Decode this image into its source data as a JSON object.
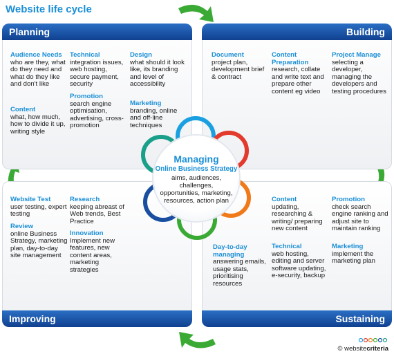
{
  "title": "Website life cycle",
  "managing": {
    "title": "Managing",
    "subtitle": "Online Business Strategy",
    "body": "aims, audiences, challenges, opportunities, marketing, resources, action plan"
  },
  "panels": {
    "planning": {
      "label": "Planning"
    },
    "building": {
      "label": "Building"
    },
    "improving": {
      "label": "Improving"
    },
    "sustaining": {
      "label": "Sustaining"
    }
  },
  "blocks": {
    "audience": {
      "head": "Audience Needs",
      "body": "who are they, what do they need and what do they like and don't like"
    },
    "content_plan": {
      "head": "Content",
      "body": "what, how much, how to divide it up, writing style"
    },
    "technical_plan": {
      "head": "Technical",
      "body": "integration issues, web hosting, secure payment, security"
    },
    "promotion_plan": {
      "head": "Promotion",
      "body": "search engine optimisation, advertising, cross-promotion"
    },
    "design": {
      "head": "Design",
      "body": "what should it look like, its branding and level of accessibility"
    },
    "marketing_plan": {
      "head": "Marketing",
      "body": "branding, online and off-line techniques"
    },
    "document": {
      "head": "Document",
      "body": "project plan, development brief & contract"
    },
    "content_prep": {
      "head": "Content Preparation",
      "body": "research, collate and write text and prepare other content eg video"
    },
    "project_manage": {
      "head": "Project Manage",
      "body": "selecting a developer, managing the developers and testing procedures"
    },
    "website_test": {
      "head": "Website Test",
      "body": "user testing, expert testing"
    },
    "review": {
      "head": "Review",
      "body": "online Business Strategy, marketing plan, day-to-day site management"
    },
    "research": {
      "head": "Research",
      "body": "keeping abreast of Web trends, Best Practice"
    },
    "innovation": {
      "head": "Innovation",
      "body": "Implement new features, new content areas, marketing strategies"
    },
    "content_sustain": {
      "head": "Content",
      "body": "updating, researching & writing/ preparing new content"
    },
    "technical_sustain": {
      "head": "Technical",
      "body": "web hosting, editing and server software updating, e-security, backup"
    },
    "day_to_day": {
      "head": "Day-to-day managing",
      "body": "answering emails, usage stats, prioritising resources"
    },
    "promotion_sustain": {
      "head": "Promotion",
      "body": "check search engine ranking and adjust site to maintain ranking"
    },
    "marketing_sustain": {
      "head": "Marketing",
      "body": "implement the marketing plan"
    }
  },
  "credit": {
    "prefix": "© website",
    "brand": "criteria"
  },
  "colors": {
    "accent": "#1a8fd6",
    "bar": "#1a4fa0",
    "arrow": "#3aaa35",
    "petals": [
      "#1aa0e0",
      "#e23a2c",
      "#f07a1a",
      "#3aaa35",
      "#1a4fa0",
      "#1aa08a"
    ]
  }
}
